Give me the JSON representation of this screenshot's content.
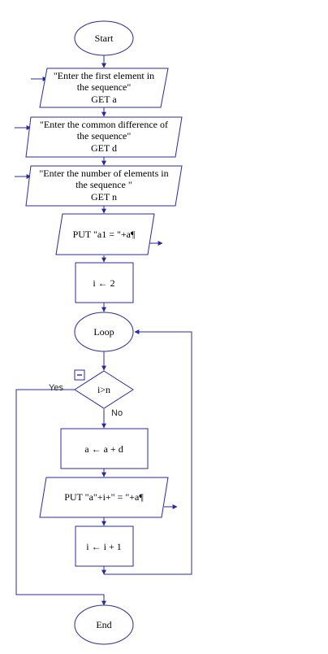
{
  "flowchart": {
    "start": "Start",
    "input_a": [
      "\"Enter the first element in",
      "the sequence\"",
      "GET a"
    ],
    "input_d": [
      "\"Enter the common difference of",
      "the sequence\"",
      "GET d"
    ],
    "input_n": [
      "\"Enter the number of elements in",
      "the sequence \"",
      "GET n"
    ],
    "output_a1": "PUT \"a1 = \"+a¶",
    "assign_i": "i ← 2",
    "loop": "Loop",
    "condition": "i>n",
    "yes_label": "Yes",
    "no_label": "No",
    "update_a": "a ← a + d",
    "output_ai": "PUT \"a\"+i+\" = \"+a¶",
    "increment_i": "i ← i + 1",
    "end": "End"
  },
  "colors": {
    "stroke": "#2a2a9c",
    "text": "#000000"
  },
  "icons": {
    "collapse": "minus-box-icon"
  }
}
